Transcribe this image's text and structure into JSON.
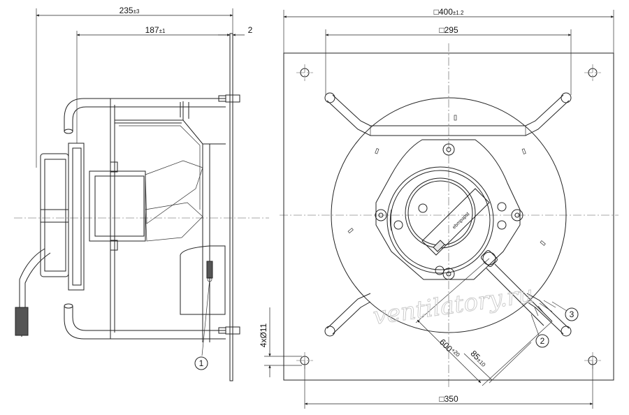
{
  "dimensions": {
    "overall_depth": {
      "value": "235",
      "tol": "±3"
    },
    "depth": {
      "value": "187",
      "tol": "±1"
    },
    "flange_thickness": {
      "value": "2"
    },
    "plate_size": {
      "prefix": "□",
      "value": "400",
      "tol": "±1.2"
    },
    "inner_square": {
      "prefix": "□",
      "value": "295"
    },
    "hole_spacing": {
      "prefix": "□",
      "value": "350"
    },
    "holes": {
      "value": "4xØ11"
    },
    "cable_length": {
      "value": "600",
      "tol": "+20"
    },
    "wire_strip": {
      "value": "85",
      "tol": "±10"
    }
  },
  "callouts": [
    "1",
    "2",
    "3"
  ],
  "label_text": [
    "ebmpapst"
  ],
  "watermark": "ventilatory.ru"
}
